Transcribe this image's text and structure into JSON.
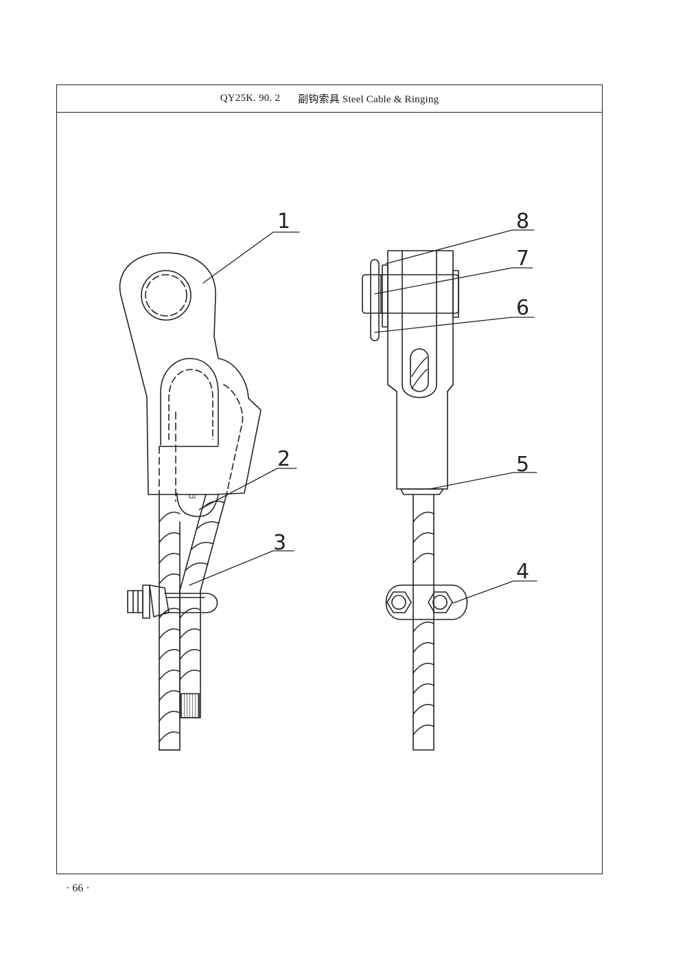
{
  "header": {
    "code": "QY25K. 90. 2",
    "title": "副钩索具 Steel Cable & Ringing"
  },
  "callouts": {
    "c1": "1",
    "c2": "2",
    "c3": "3",
    "c4": "4",
    "c5": "5",
    "c6": "6",
    "c7": "7",
    "c8": "8"
  },
  "page_number": "· 66 ·"
}
